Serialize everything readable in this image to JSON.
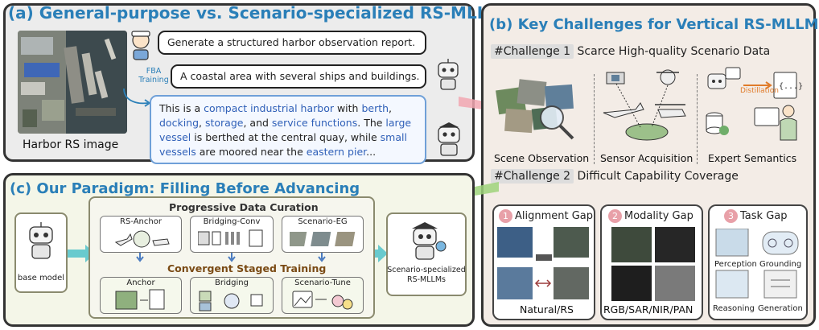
{
  "panel_a": {
    "title": "(a) General-purpose vs. Scenario-specialized RS-MLLMs",
    "image_caption": "Harbor RS image",
    "prompt": "Generate a structured harbor observation report.",
    "general_answer": "A coastal area with several ships and buildings.",
    "fba_label": "FBA Training",
    "specialized_answer": {
      "p1": "This is a ",
      "h1": "compact industrial harbor",
      "p2": " with ",
      "h2": "berth",
      "p3": ", ",
      "h3": "docking",
      "p4": ", ",
      "h4": "storage",
      "p5": ", and ",
      "h5": "service functions",
      "p6": ". The ",
      "h6": "large vessel",
      "p7": " is berthed at the central quay, while ",
      "h7": "small vessels",
      "p8": " are moored near the ",
      "h8": "eastern pier",
      "p9": "..."
    }
  },
  "panel_b": {
    "title": "(b) Key Challenges for Vertical RS-MLLMs",
    "challenge1": {
      "tag": "#Challenge 1",
      "text": "Scarce High-quality Scenario Data"
    },
    "challenge1_items": [
      "Scene Observation",
      "Sensor Acquisition",
      "Expert Semantics"
    ],
    "distillation_label": "Distillation",
    "challenge2": {
      "tag": "#Challenge 2",
      "text": "Difficult Capability Coverage"
    },
    "gaps": [
      {
        "num": "1",
        "title": "Alignment Gap",
        "caption": "Natural/RS"
      },
      {
        "num": "2",
        "title": "Modality Gap",
        "caption": "RGB/SAR/NIR/PAN"
      },
      {
        "num": "3",
        "title": "Task Gap",
        "caption": ""
      }
    ],
    "tasks": [
      "Perception",
      "Grounding",
      "Reasoning",
      "Generation"
    ]
  },
  "panel_c": {
    "title": "(c) Our Paradigm: Filling Before Advancing",
    "base_model": "base model",
    "output_model": "Scenario-specialized RS-MLLMs",
    "curation_title": "Progressive Data Curation",
    "curation_items": [
      "RS-Anchor",
      "Bridging-Conv",
      "Scenario-EG"
    ],
    "training_title": "Convergent Staged Training",
    "training_items": [
      "Anchor",
      "Bridging",
      "Scenario-Tune"
    ]
  },
  "colors": {
    "title_blue": "#2a7fb8",
    "highlight_blue": "#3060b8",
    "training_brown": "#7a4a14"
  }
}
